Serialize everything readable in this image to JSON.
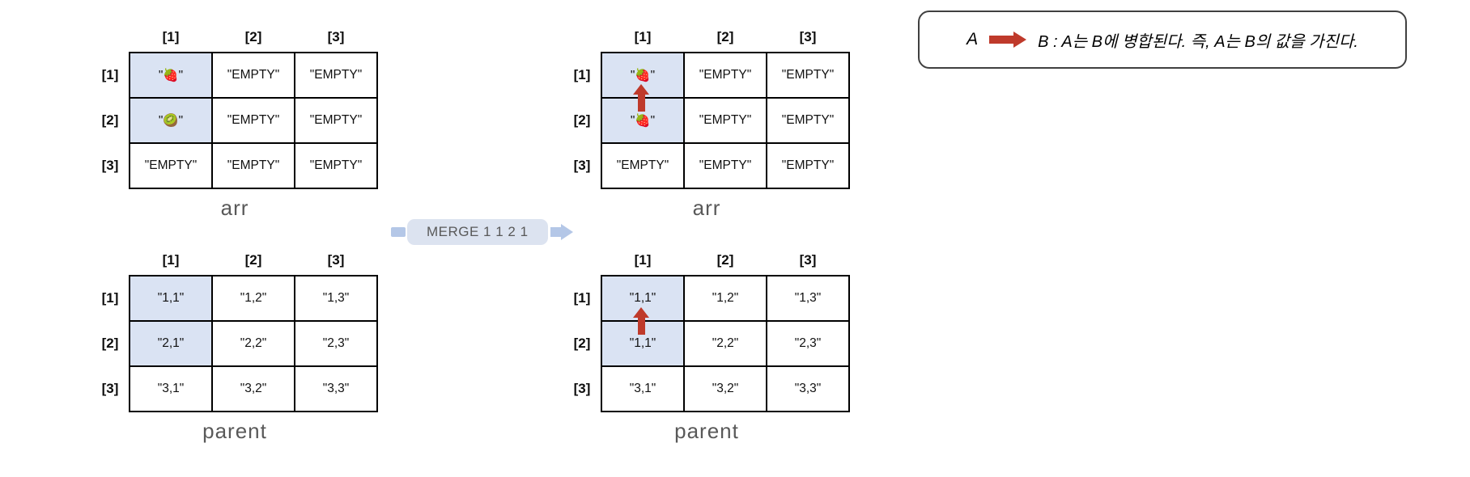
{
  "merge": {
    "label": "MERGE 1 1 2 1"
  },
  "legend": {
    "a_label": "A",
    "text": "B : A는 B에 병합된다. 즉, A는 B의 값을 가진다."
  },
  "colors": {
    "cell_highlight": "#dae3f3",
    "merge_badge_bg": "#dce3f0",
    "blue_arrow": "#b4c7e7",
    "red_arrow": "#bf3a2b",
    "caption_gray": "#595959"
  },
  "tables": {
    "arr_before": {
      "caption": "arr",
      "col_headers": [
        "[1]",
        "[2]",
        "[3]"
      ],
      "row_headers": [
        "[1]",
        "[2]",
        "[3]"
      ],
      "rows": [
        [
          "\"🍓\"",
          "\"EMPTY\"",
          "\"EMPTY\""
        ],
        [
          "\"🥝\"",
          "\"EMPTY\"",
          "\"EMPTY\""
        ],
        [
          "\"EMPTY\"",
          "\"EMPTY\"",
          "\"EMPTY\""
        ]
      ]
    },
    "parent_before": {
      "caption": "parent",
      "col_headers": [
        "[1]",
        "[2]",
        "[3]"
      ],
      "row_headers": [
        "[1]",
        "[2]",
        "[3]"
      ],
      "rows": [
        [
          "\"1,1\"",
          "\"1,2\"",
          "\"1,3\""
        ],
        [
          "\"2,1\"",
          "\"2,2\"",
          "\"2,3\""
        ],
        [
          "\"3,1\"",
          "\"3,2\"",
          "\"3,3\""
        ]
      ]
    },
    "arr_after": {
      "caption": "arr",
      "col_headers": [
        "[1]",
        "[2]",
        "[3]"
      ],
      "row_headers": [
        "[1]",
        "[2]",
        "[3]"
      ],
      "rows": [
        [
          "\"🍓\"",
          "\"EMPTY\"",
          "\"EMPTY\""
        ],
        [
          "\"🍓\"",
          "\"EMPTY\"",
          "\"EMPTY\""
        ],
        [
          "\"EMPTY\"",
          "\"EMPTY\"",
          "\"EMPTY\""
        ]
      ]
    },
    "parent_after": {
      "caption": "parent",
      "col_headers": [
        "[1]",
        "[2]",
        "[3]"
      ],
      "row_headers": [
        "[1]",
        "[2]",
        "[3]"
      ],
      "rows": [
        [
          "\"1,1\"",
          "\"1,2\"",
          "\"1,3\""
        ],
        [
          "\"1,1\"",
          "\"2,2\"",
          "\"2,3\""
        ],
        [
          "\"3,1\"",
          "\"3,2\"",
          "\"3,3\""
        ]
      ]
    }
  }
}
